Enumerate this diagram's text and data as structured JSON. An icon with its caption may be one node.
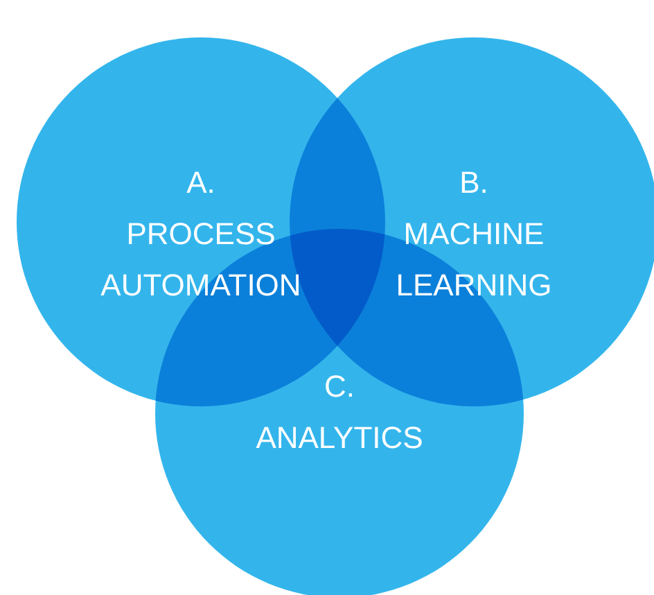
{
  "diagram": {
    "nodes": [
      {
        "text": [
          "A.",
          "PROCESS AUTOMATION"
        ]
      },
      {
        "text": [
          "B.",
          "MACHINE LEARNING"
        ]
      },
      {
        "text": [
          "C.",
          "ANALYTICS"
        ]
      }
    ]
  }
}
